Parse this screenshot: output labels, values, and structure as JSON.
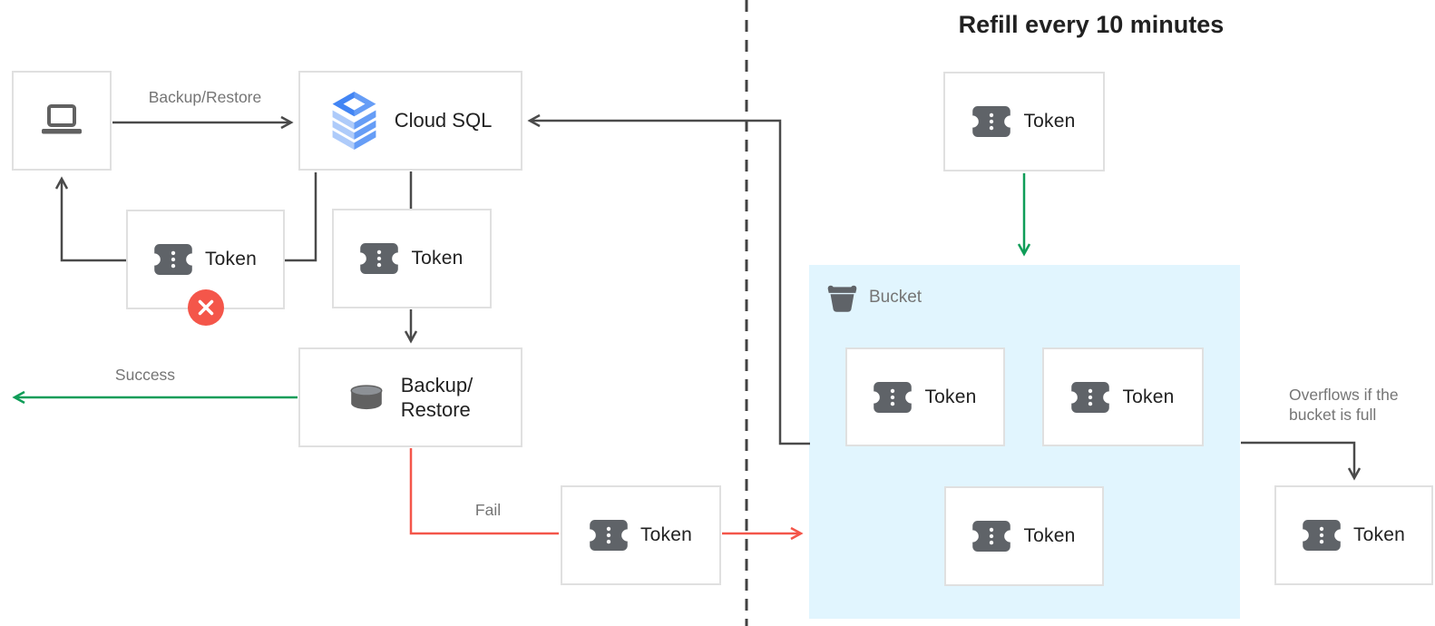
{
  "title": "Refill every 10 minutes",
  "boxes": {
    "client": {
      "icon": "laptop-icon"
    },
    "cloud_sql": {
      "icon": "cloud-sql-icon",
      "label": "Cloud SQL"
    },
    "backup_restore": {
      "icon": "database-icon",
      "label_line1": "Backup/",
      "label_line2": "Restore"
    },
    "token": {
      "icon": "ticket-icon",
      "label": "Token"
    },
    "bucket": {
      "icon": "bucket-icon",
      "label": "Bucket"
    }
  },
  "arrow_labels": {
    "backup_restore": "Backup/Restore",
    "success": "Success",
    "fail": "Fail",
    "overflow_line1": "Overflows if the",
    "overflow_line2": "bucket is full"
  },
  "badges": {
    "error": {
      "icon": "x-icon"
    }
  },
  "colors": {
    "arrow_dark": "#4a4a4a",
    "arrow_green": "#0f9d58",
    "arrow_red": "#f4564a",
    "divider_dark": "#424242",
    "bucket_fill": "#e1f5fe",
    "box_border": "#e0e0e0",
    "label_gray": "#757575",
    "text_dark": "#212121",
    "icon_gray": "#5f6368",
    "error_red": "#f4564a",
    "cloud_sql_blue": "#4285f4",
    "cloud_sql_blue_medium": "#669df6",
    "cloud_sql_blue_light": "#aecbfa"
  }
}
